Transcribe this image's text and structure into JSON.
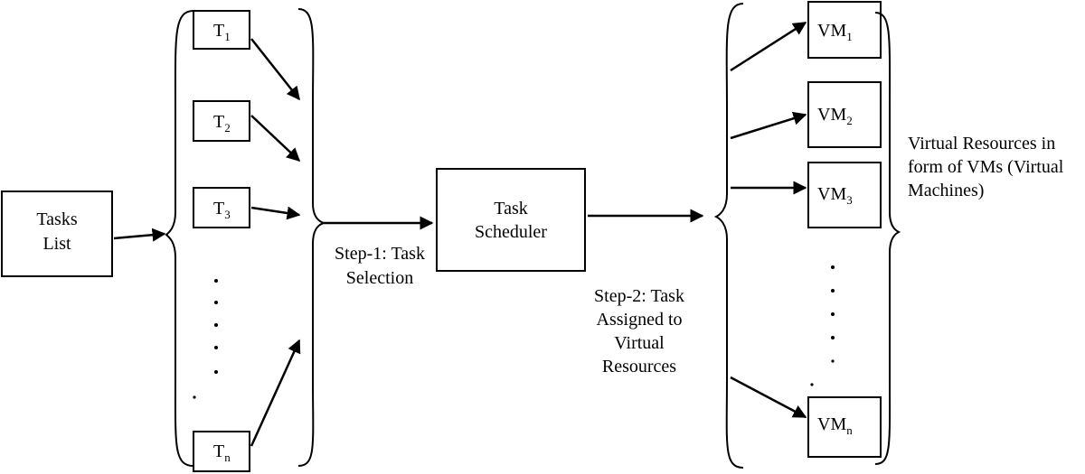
{
  "tasks_list": {
    "line1": "Tasks",
    "line2": "List"
  },
  "tasks": [
    {
      "base": "T",
      "sub": "1"
    },
    {
      "base": "T",
      "sub": "2"
    },
    {
      "base": "T",
      "sub": "3"
    },
    {
      "base": "T",
      "sub": "n"
    }
  ],
  "scheduler": {
    "line1": "Task",
    "line2": "Scheduler"
  },
  "step1": {
    "line1": "Step-1: Task",
    "line2": "Selection"
  },
  "step2": {
    "line1": "Step-2: Task",
    "line2": "Assigned to",
    "line3": "Virtual",
    "line4": "Resources"
  },
  "vms": [
    {
      "base": "VM",
      "sub": "1"
    },
    {
      "base": "VM",
      "sub": "2"
    },
    {
      "base": "VM",
      "sub": "3"
    },
    {
      "base": "VM",
      "sub": "n"
    }
  ],
  "resources_caption": {
    "line1": "Virtual Resources in",
    "line2": "form of VMs (Virtual",
    "line3": "Machines)"
  }
}
